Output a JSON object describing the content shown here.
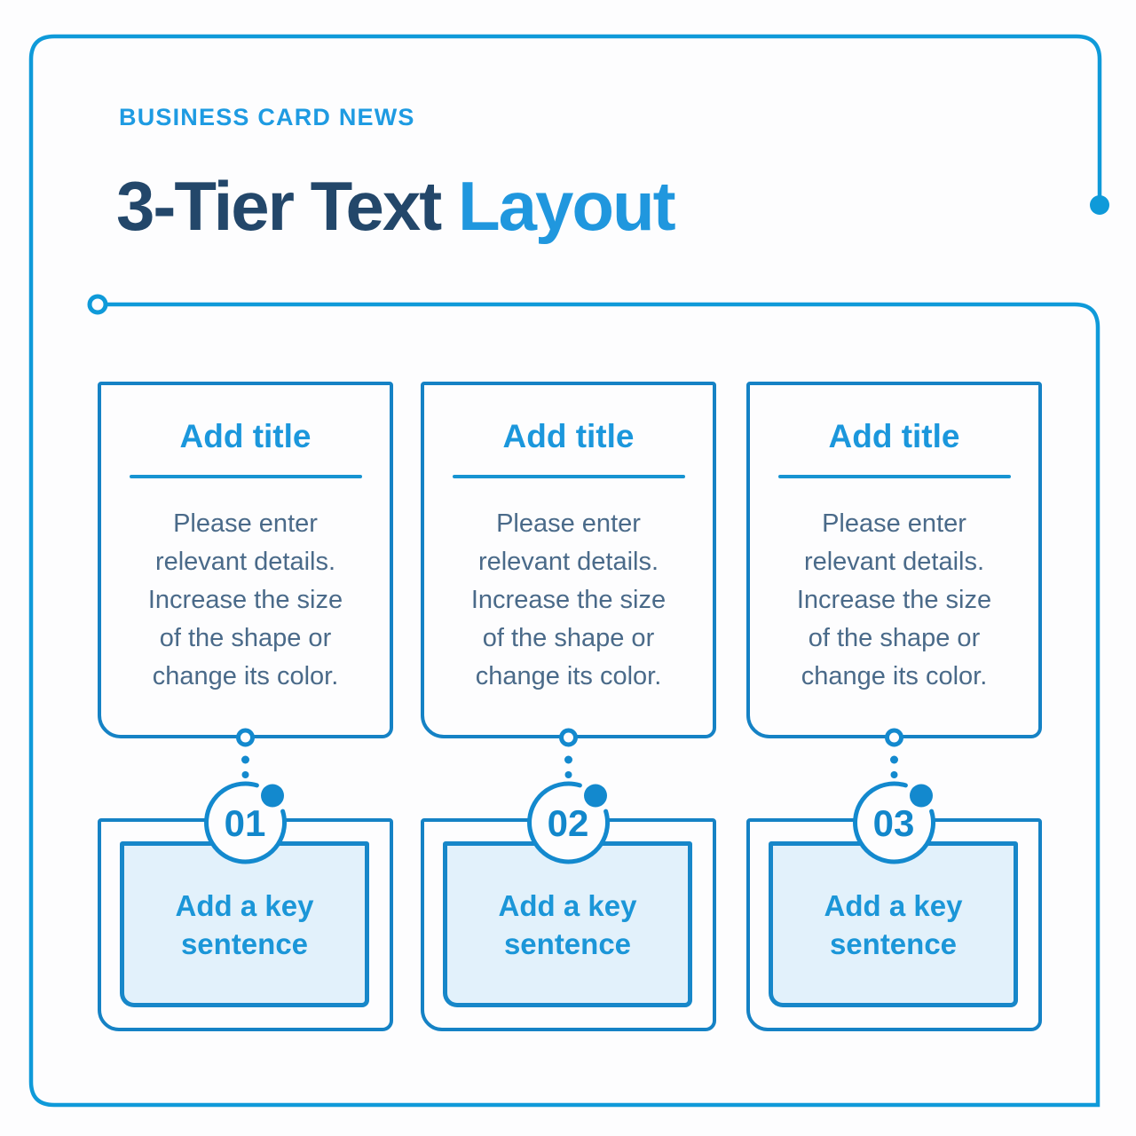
{
  "header": {
    "eyebrow": "BUSINESS CARD NEWS",
    "title_dark": "3-Tier Text",
    "title_accent": "Layout"
  },
  "tiers": [
    {
      "number": "01",
      "title": "Add title",
      "body_lines": [
        "Please enter",
        "relevant details.",
        "Increase the size",
        "of the shape or",
        "change its color."
      ],
      "key_lines": [
        "Add a key",
        "sentence"
      ]
    },
    {
      "number": "02",
      "title": "Add title",
      "body_lines": [
        "Please enter",
        "relevant details.",
        "Increase the size",
        "of the shape or",
        "change its color."
      ],
      "key_lines": [
        "Add a key",
        "sentence"
      ]
    },
    {
      "number": "03",
      "title": "Add title",
      "body_lines": [
        "Please enter",
        "relevant details.",
        "Increase the size",
        "of the shape or",
        "change its color."
      ],
      "key_lines": [
        "Add a key",
        "sentence"
      ]
    }
  ],
  "colors": {
    "frame": "#0f9ad9",
    "card_border": "#1582c5",
    "connector": "#1389ce",
    "accent_text": "#1b97dc",
    "headline_dark": "#23476a",
    "body_text": "#4a6a89",
    "light_fill": "#e2f1fb",
    "number_text": "#1287cb",
    "background": "#fdfdfe"
  }
}
